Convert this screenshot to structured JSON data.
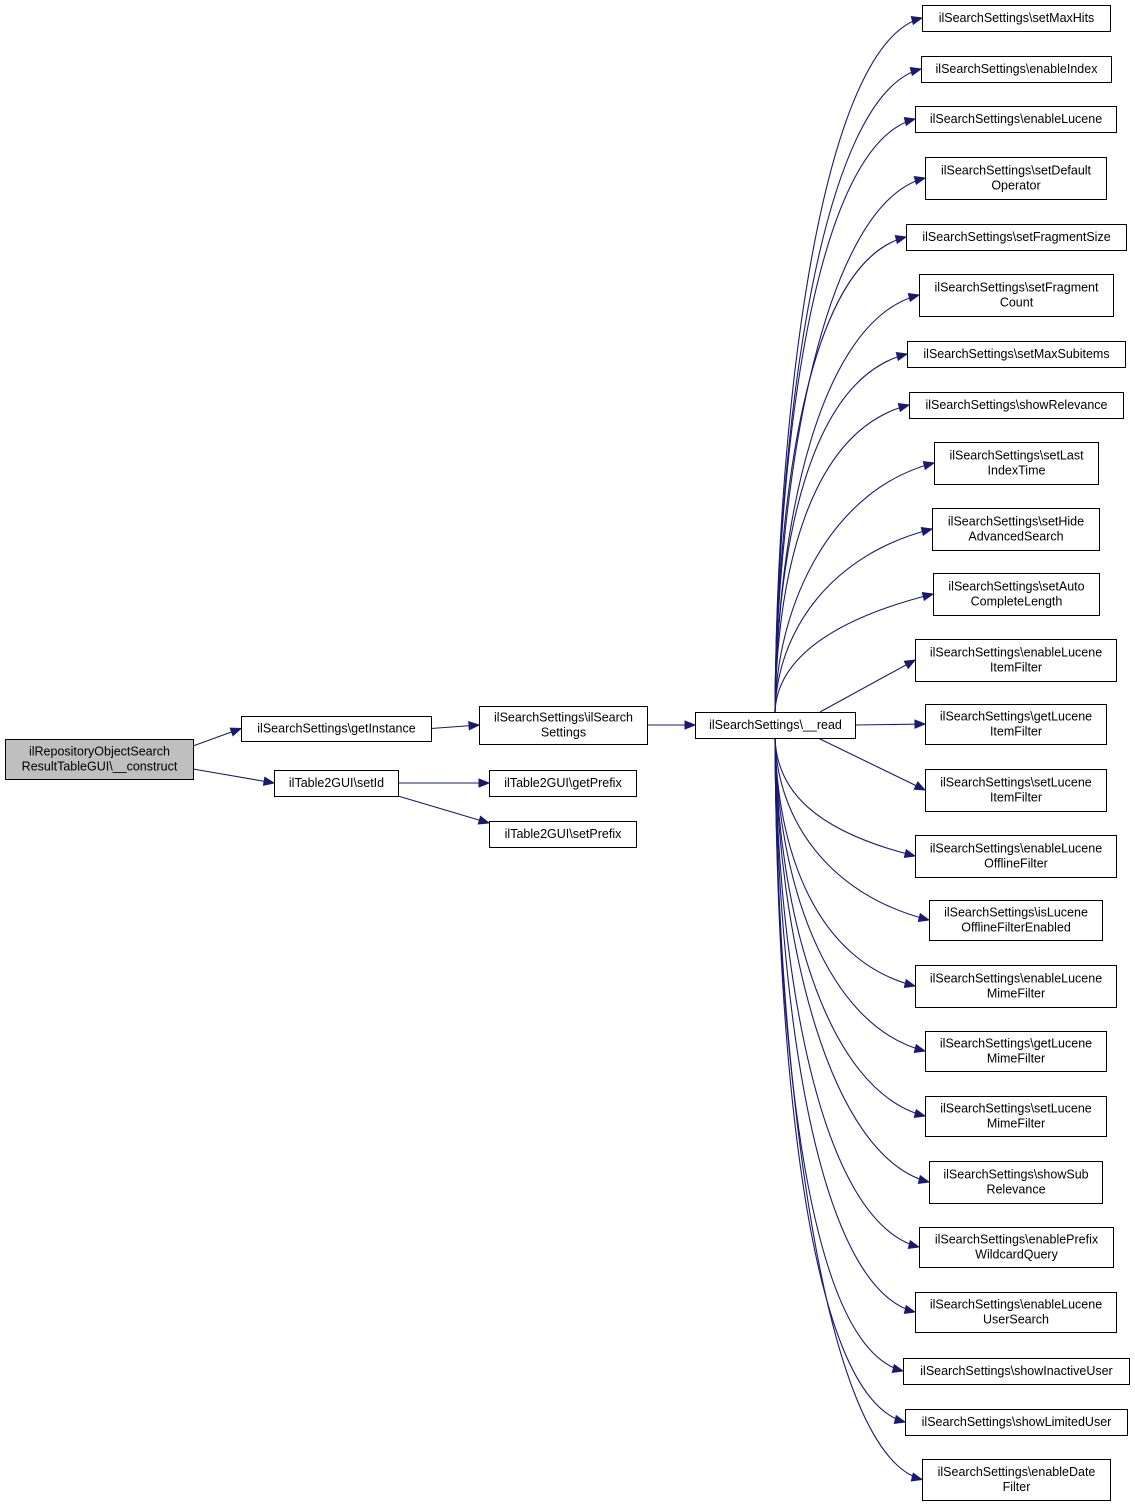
{
  "nodes": [
    {
      "id": "root",
      "lines": [
        "ilRepositoryObjectSearch",
        "ResultTableGUI\\__construct"
      ],
      "highlight": true
    },
    {
      "id": "getInstance",
      "lines": [
        "ilSearchSettings\\getInstance"
      ]
    },
    {
      "id": "setId",
      "lines": [
        "ilTable2GUI\\setId"
      ]
    },
    {
      "id": "ctor",
      "lines": [
        "ilSearchSettings\\ilSearch",
        "Settings"
      ]
    },
    {
      "id": "getPrefix",
      "lines": [
        "ilTable2GUI\\getPrefix"
      ]
    },
    {
      "id": "setPrefix",
      "lines": [
        "ilTable2GUI\\setPrefix"
      ]
    },
    {
      "id": "read",
      "lines": [
        "ilSearchSettings\\__read"
      ]
    },
    {
      "id": "t0",
      "lines": [
        "ilSearchSettings\\setMaxHits"
      ]
    },
    {
      "id": "t1",
      "lines": [
        "ilSearchSettings\\enableIndex"
      ]
    },
    {
      "id": "t2",
      "lines": [
        "ilSearchSettings\\enableLucene"
      ]
    },
    {
      "id": "t3",
      "lines": [
        "ilSearchSettings\\setDefault",
        "Operator"
      ]
    },
    {
      "id": "t4",
      "lines": [
        "ilSearchSettings\\setFragmentSize"
      ]
    },
    {
      "id": "t5",
      "lines": [
        "ilSearchSettings\\setFragment",
        "Count"
      ]
    },
    {
      "id": "t6",
      "lines": [
        "ilSearchSettings\\setMaxSubitems"
      ]
    },
    {
      "id": "t7",
      "lines": [
        "ilSearchSettings\\showRelevance"
      ]
    },
    {
      "id": "t8",
      "lines": [
        "ilSearchSettings\\setLast",
        "IndexTime"
      ]
    },
    {
      "id": "t9",
      "lines": [
        "ilSearchSettings\\setHide",
        "AdvancedSearch"
      ]
    },
    {
      "id": "t10",
      "lines": [
        "ilSearchSettings\\setAuto",
        "CompleteLength"
      ]
    },
    {
      "id": "t11",
      "lines": [
        "ilSearchSettings\\enableLucene",
        "ItemFilter"
      ]
    },
    {
      "id": "t12",
      "lines": [
        "ilSearchSettings\\getLucene",
        "ItemFilter"
      ]
    },
    {
      "id": "t13",
      "lines": [
        "ilSearchSettings\\setLucene",
        "ItemFilter"
      ]
    },
    {
      "id": "t14",
      "lines": [
        "ilSearchSettings\\enableLucene",
        "OfflineFilter"
      ]
    },
    {
      "id": "t15",
      "lines": [
        "ilSearchSettings\\isLucene",
        "OfflineFilterEnabled"
      ]
    },
    {
      "id": "t16",
      "lines": [
        "ilSearchSettings\\enableLucene",
        "MimeFilter"
      ]
    },
    {
      "id": "t17",
      "lines": [
        "ilSearchSettings\\getLucene",
        "MimeFilter"
      ]
    },
    {
      "id": "t18",
      "lines": [
        "ilSearchSettings\\setLucene",
        "MimeFilter"
      ]
    },
    {
      "id": "t19",
      "lines": [
        "ilSearchSettings\\showSub",
        "Relevance"
      ]
    },
    {
      "id": "t20",
      "lines": [
        "ilSearchSettings\\enablePrefix",
        "WildcardQuery"
      ]
    },
    {
      "id": "t21",
      "lines": [
        "ilSearchSettings\\enableLucene",
        "UserSearch"
      ]
    },
    {
      "id": "t22",
      "lines": [
        "ilSearchSettings\\showInactiveUser"
      ]
    },
    {
      "id": "t23",
      "lines": [
        "ilSearchSettings\\showLimitedUser"
      ]
    },
    {
      "id": "t24",
      "lines": [
        "ilSearchSettings\\enableDate",
        "Filter"
      ]
    }
  ],
  "edges": [
    {
      "from": "root",
      "to": "getInstance"
    },
    {
      "from": "root",
      "to": "setId"
    },
    {
      "from": "getInstance",
      "to": "ctor"
    },
    {
      "from": "setId",
      "to": "getPrefix"
    },
    {
      "from": "setId",
      "to": "setPrefix"
    },
    {
      "from": "ctor",
      "to": "read"
    },
    {
      "from": "read",
      "to": "t0"
    },
    {
      "from": "read",
      "to": "t1"
    },
    {
      "from": "read",
      "to": "t2"
    },
    {
      "from": "read",
      "to": "t3"
    },
    {
      "from": "read",
      "to": "t4"
    },
    {
      "from": "read",
      "to": "t5"
    },
    {
      "from": "read",
      "to": "t6"
    },
    {
      "from": "read",
      "to": "t7"
    },
    {
      "from": "read",
      "to": "t8"
    },
    {
      "from": "read",
      "to": "t9"
    },
    {
      "from": "read",
      "to": "t10"
    },
    {
      "from": "read",
      "to": "t11"
    },
    {
      "from": "read",
      "to": "t12"
    },
    {
      "from": "read",
      "to": "t13"
    },
    {
      "from": "read",
      "to": "t14"
    },
    {
      "from": "read",
      "to": "t15"
    },
    {
      "from": "read",
      "to": "t16"
    },
    {
      "from": "read",
      "to": "t17"
    },
    {
      "from": "read",
      "to": "t18"
    },
    {
      "from": "read",
      "to": "t19"
    },
    {
      "from": "read",
      "to": "t20"
    },
    {
      "from": "read",
      "to": "t21"
    },
    {
      "from": "read",
      "to": "t22"
    },
    {
      "from": "read",
      "to": "t23"
    },
    {
      "from": "read",
      "to": "t24"
    }
  ],
  "colors": {
    "edge": "#191970",
    "root_fill": "#bfbfbf",
    "node_fill": "#ffffff",
    "border": "#000000"
  }
}
